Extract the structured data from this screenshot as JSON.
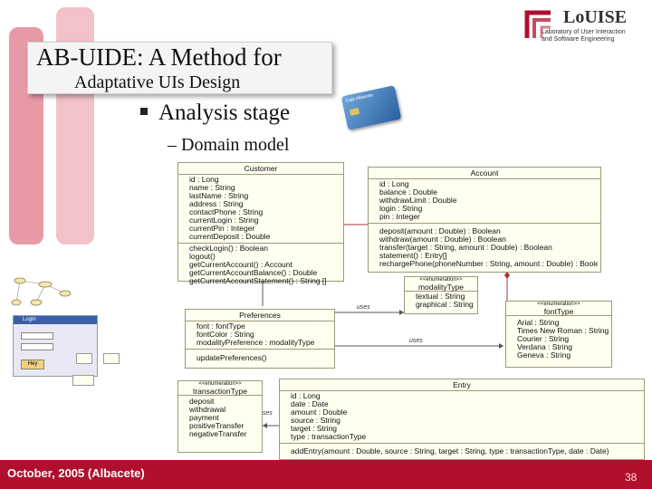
{
  "slide": {
    "title_line1": "AB-UIDE: A Method for",
    "title_line2": "Adaptative UIs Design",
    "bullet_l1": "Analysis stage",
    "bullet_l2": "– Domain model",
    "footer_date": "October, 2005 (Albacete)",
    "page_number": "38",
    "colors": {
      "accent": "#b0102d",
      "pink": "#e79aa6",
      "class_fill": "#fffff0"
    }
  },
  "logo": {
    "name": "LoUISE",
    "line1": "Laboratory of User Interaction",
    "line2": "and Software Engineering"
  },
  "card": {
    "label": "Caja Albacete"
  },
  "diagram": {
    "customer": {
      "name": "Customer",
      "attributes": [
        "id : Long",
        "name : String",
        "lastName : String",
        "address : String",
        "contactPhone : String",
        "currentLogin : String",
        "currentPin : Integer",
        "currentDeposit : Double"
      ],
      "operations": [
        "checkLogin() : Boolean",
        "logout()",
        "getCurrentAccount() : Account",
        "getCurrentAccountBalance() : Double",
        "getCurrentAccountStatement() : String []"
      ]
    },
    "account": {
      "name": "Account",
      "attributes": [
        "id : Long",
        "balance : Double",
        "withdrawLimit : Double",
        "login : String",
        "pin : Integer"
      ],
      "operations": [
        "deposit(amount : Double) : Boolean",
        "withdraw(amount : Double) : Boolean",
        "transfer(target : String, amount : Double) : Boolean",
        "statement() : Entry[]",
        "rechargePhone(phoneNumber : String, amount : Double) : Boolean"
      ]
    },
    "modality_type": {
      "stereotype": "<<enumeration>>",
      "name": "modalityType",
      "values": [
        "textual : String",
        "graphical : String"
      ]
    },
    "preferences": {
      "name": "Preferences",
      "attributes": [
        "font : fontType",
        "fontColor : String",
        "modalityPreference : modalityType"
      ],
      "operations": [
        "updatePreferences()"
      ]
    },
    "font_type": {
      "stereotype": "<<enumeration>>",
      "name": "fontType",
      "values": [
        "Arial : String",
        "Times New Roman : String",
        "Courier : String",
        "Verdana : String",
        "Geneva : String"
      ]
    },
    "transaction_type": {
      "stereotype": "<<enumeration>>",
      "name": "transactionType",
      "values": [
        "deposit",
        "withdrawal",
        "payment",
        "positiveTransfer",
        "negativeTransfer"
      ]
    },
    "entry": {
      "name": "Entry",
      "attributes": [
        "id : Long",
        "date : Date",
        "amount : Double",
        "source : String",
        "target : String",
        "type : transactionType"
      ],
      "operations": [
        "addEntry(amount : Double, source : String, target : String, type : transactionType, date : Date)"
      ]
    },
    "assoc_labels": {
      "a1": "uses",
      "a2": "uses",
      "a3": "uses"
    }
  },
  "thumbnail": {
    "window_title": "Login",
    "button_label": "Hey"
  }
}
